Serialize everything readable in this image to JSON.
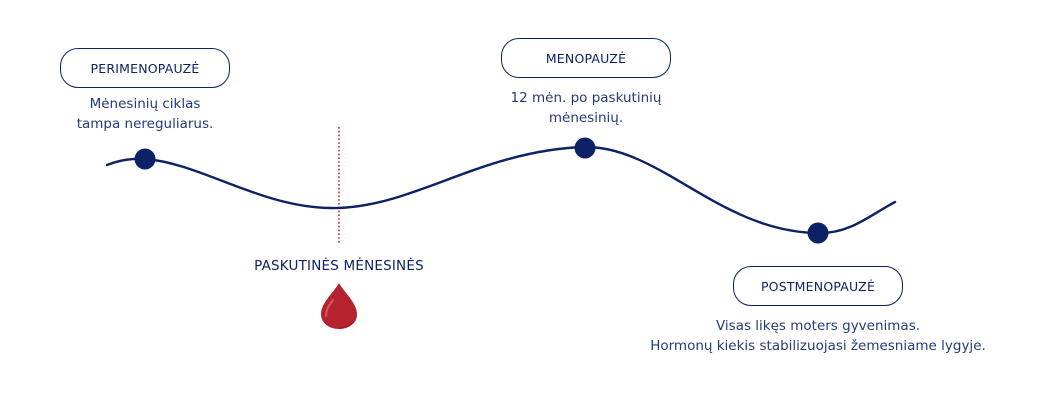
{
  "diagram": {
    "colors": {
      "curve": "#0d2266",
      "marker": "#0d2266",
      "pill_border": "#0d2266",
      "text": "#253a7a",
      "dotted_line": "#b5242e",
      "drop": "#b5242e",
      "drop_highlight": "#d4545a"
    },
    "stages": [
      {
        "id": "perimenopause",
        "label": "PERIMENOPAUZĖ",
        "description_lines": [
          "Mėnesinių ciklas",
          "tampa nereguliarus."
        ]
      },
      {
        "id": "menopause",
        "label": "MENOPAUZĖ",
        "description_lines": [
          "12 mėn. po paskutinių",
          "mėnesinių."
        ]
      },
      {
        "id": "postmenopause",
        "label": "POSTMENOPAUZĖ",
        "description_lines": [
          "Visas likęs moters gyvenimas.",
          "Hormonų kiekis stabilizuojasi žemesniame lygyje."
        ]
      }
    ],
    "last_period": {
      "label": "PASKUTINĖS MĖNESINĖS",
      "icon": "blood-drop-icon"
    }
  }
}
